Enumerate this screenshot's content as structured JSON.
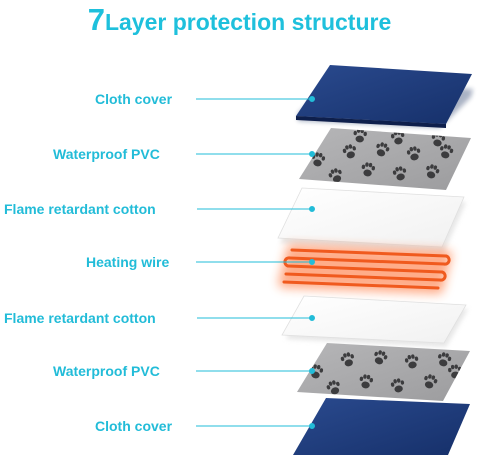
{
  "title": {
    "number": "7",
    "text": "Layer protection structure"
  },
  "layers": [
    {
      "label": "Cloth cover",
      "material": "cloth"
    },
    {
      "label": "Waterproof PVC",
      "material": "pvc"
    },
    {
      "label": "Flame retardant cotton",
      "material": "cotton"
    },
    {
      "label": "Heating wire",
      "material": "wire"
    },
    {
      "label": "Flame retardant cotton",
      "material": "cotton"
    },
    {
      "label": "Waterproof PVC",
      "material": "pvc"
    },
    {
      "label": "Cloth cover",
      "material": "cloth"
    }
  ],
  "colors": {
    "accent": "#1ec0dc",
    "cloth": "#1e3a78",
    "pvc": "#a9a9ab",
    "paw": "#3c3c3e",
    "cotton": "#f9f9f9",
    "wire": "#f05a1e"
  }
}
